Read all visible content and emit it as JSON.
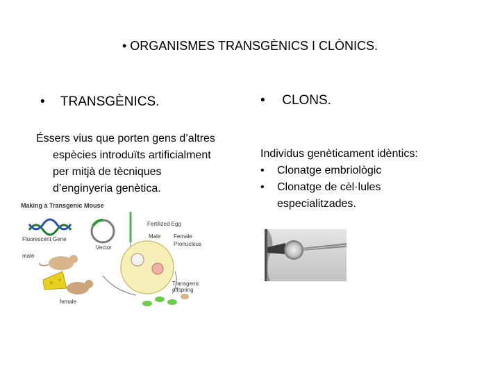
{
  "slide": {
    "title": "• ORGANISMES TRANSGÈNICS I CLÒNICS.",
    "left": {
      "heading_bullet": "•",
      "heading": "TRANSGÈNICS.",
      "description_lines": [
        "Éssers vius que porten gens d’altres",
        "espècies introduïts artificialment",
        "per mitjà de tècniques",
        "d’enginyeria genètica."
      ],
      "diagram": {
        "title": "Making a Transgenic Mouse",
        "labels": {
          "gene": "Fluorescent Gene",
          "vector": "Vector",
          "egg": "Fertilized Egg",
          "male_pn": "Male",
          "female_pn": "Female",
          "pronucleus": "Pronucleus",
          "male": "male",
          "female": "female",
          "offspring_1": "Transgenic",
          "offspring_2": "offspring"
        }
      }
    },
    "right": {
      "heading_bullet": "•",
      "heading": "CLONS.",
      "intro": "Individus genèticament idèntics:",
      "items": [
        {
          "bullet": "•",
          "lines": [
            "Clonatge embriològic"
          ]
        },
        {
          "bullet": "•",
          "lines": [
            "Clonatge de cèl·lules",
            "especialitzades."
          ]
        }
      ]
    }
  }
}
